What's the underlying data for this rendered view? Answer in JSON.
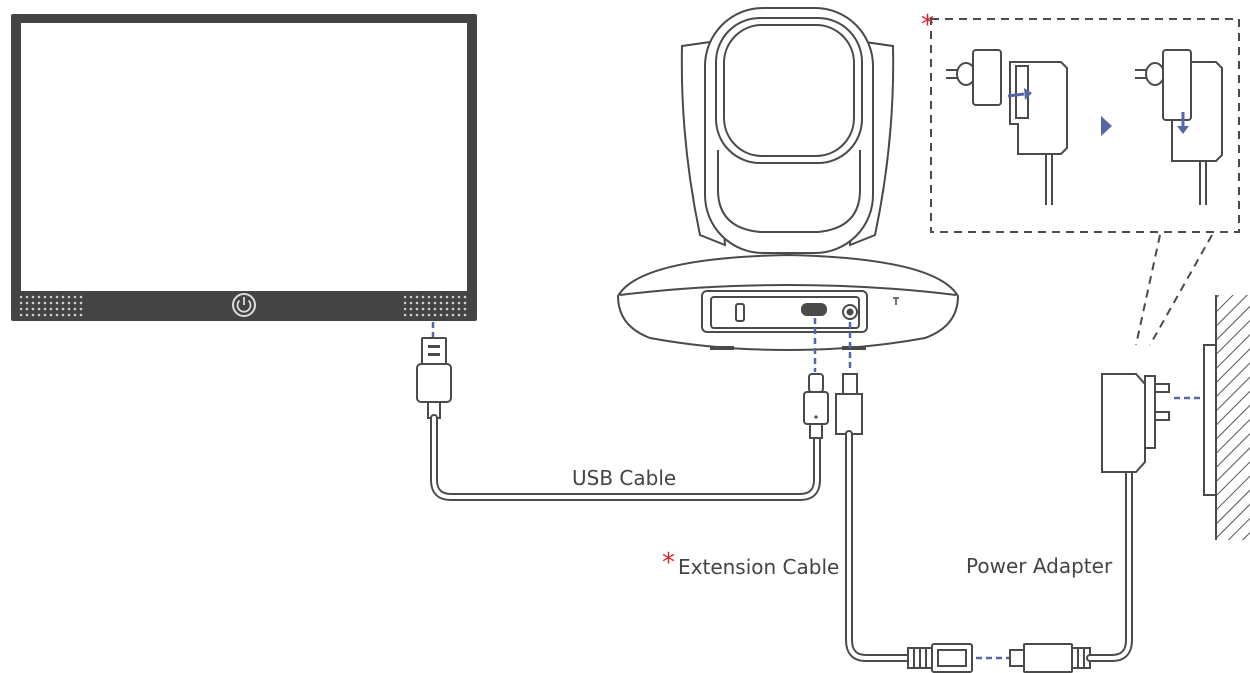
{
  "labels": {
    "usb_cable": "USB Cable",
    "extension_cable": "Extension Cable",
    "power_adapter": "Power Adapter"
  },
  "markers": {
    "optional": "*"
  },
  "colors": {
    "outline": "#4a4a4a",
    "connection_dash": "#5566a8",
    "optional_marker": "#d0252f",
    "monitor_frame": "#444444"
  },
  "icons": {
    "power_button": "power-icon",
    "direction_arrow": "triangle-right-icon"
  }
}
